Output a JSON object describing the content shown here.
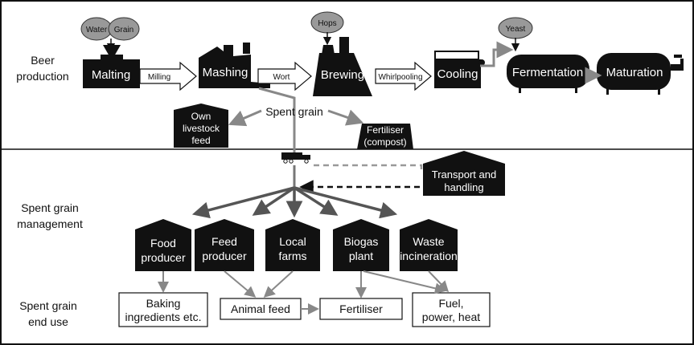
{
  "sections": {
    "beer_production": [
      "Beer",
      "production"
    ],
    "management": [
      "Spent grain",
      "management"
    ],
    "end_use": [
      "Spent grain",
      "end use"
    ]
  },
  "inputs": {
    "water": "Water",
    "grain": "Grain",
    "hops": "Hops",
    "yeast": "Yeast"
  },
  "steps": {
    "malting": "Malting",
    "mashing": "Mashing",
    "brewing": "Brewing",
    "cooling": "Cooling",
    "fermentation": "Fermentation",
    "maturation": "Maturation"
  },
  "arrows": {
    "milling": "Milling",
    "wort": "Wort",
    "whirlpooling": "Whirlpooling"
  },
  "spent_grain": "Spent grain",
  "brewery_uses": {
    "livestock": [
      "Own",
      "livestock",
      "feed"
    ],
    "fertiliser": [
      "Fertiliser",
      "(compost)"
    ]
  },
  "transport": [
    "Transport and",
    "handling"
  ],
  "facilities": {
    "food": [
      "Food",
      "producer"
    ],
    "feed": [
      "Feed",
      "producer"
    ],
    "farms": [
      "Local",
      "farms"
    ],
    "biogas": [
      "Biogas",
      "plant"
    ],
    "waste": [
      "Waste",
      "incineration"
    ]
  },
  "end_uses": {
    "baking": [
      "Baking",
      "ingredients etc."
    ],
    "animal_feed": "Animal feed",
    "fertiliser": "Fertiliser",
    "fuel": [
      "Fuel,",
      "power, heat"
    ]
  }
}
